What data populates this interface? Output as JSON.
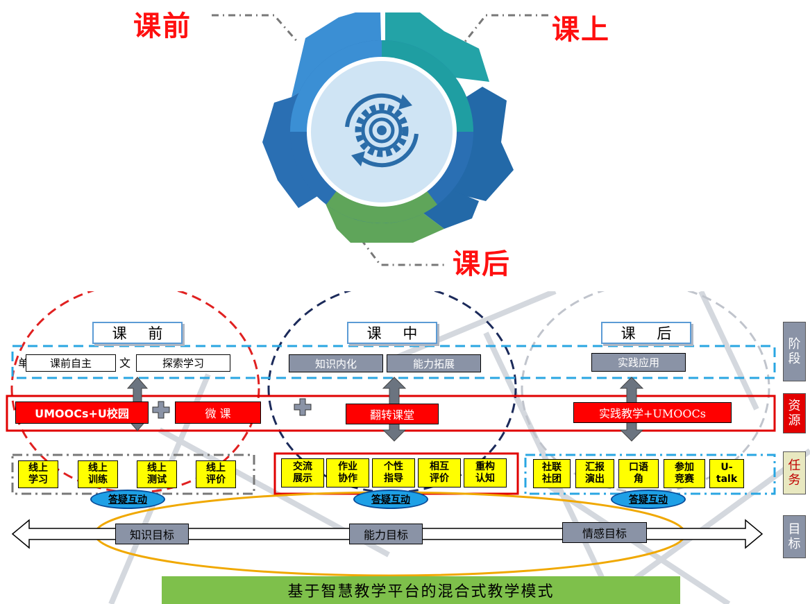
{
  "gear": {
    "pre_class": "课前",
    "in_class": "课上",
    "post_class": "课后"
  },
  "stages": {
    "pre": "课 前",
    "mid": "课 中",
    "post": "课 后"
  },
  "phase_row": {
    "pre_left": "课前自主",
    "pre_hidden_fragment": "单",
    "pre_hidden_fragment2": "文",
    "pre_right": "探索学习",
    "mid_left": "知识内化",
    "mid_right": "能力拓展",
    "post": "实践应用"
  },
  "resource_row": {
    "umoocs": "UMOOCs+U校园",
    "micro": "微 课",
    "flip": "翻转课堂",
    "practice": "实践教学+UMOOCs"
  },
  "tasks": {
    "pre": [
      "线上\n学习",
      "线上\n训练",
      "线上\n测试",
      "线上\n评价"
    ],
    "mid": [
      "交流\n展示",
      "作业\n协作",
      "个性\n指导",
      "相互\n评价",
      "重构\n认知"
    ],
    "post": [
      "社联\n社团",
      "汇报\n演出",
      "口语\n角",
      "参加\n竞赛",
      "U-\ntalk"
    ],
    "qa": "答疑互动"
  },
  "goals": {
    "knowledge": "知识目标",
    "ability": "能力目标",
    "emotion": "情感目标"
  },
  "side_labels": {
    "stage": "阶\n段",
    "resource": "资\n源",
    "task": "任\n务",
    "goal": "目\n标"
  },
  "caption": "基于智慧教学平台的混合式教学模式",
  "colors": {
    "accent_red": "#ff0000",
    "task_yellow": "#ffff00",
    "gray_box": "#8a93a6",
    "caption_green": "#7ec04b"
  }
}
